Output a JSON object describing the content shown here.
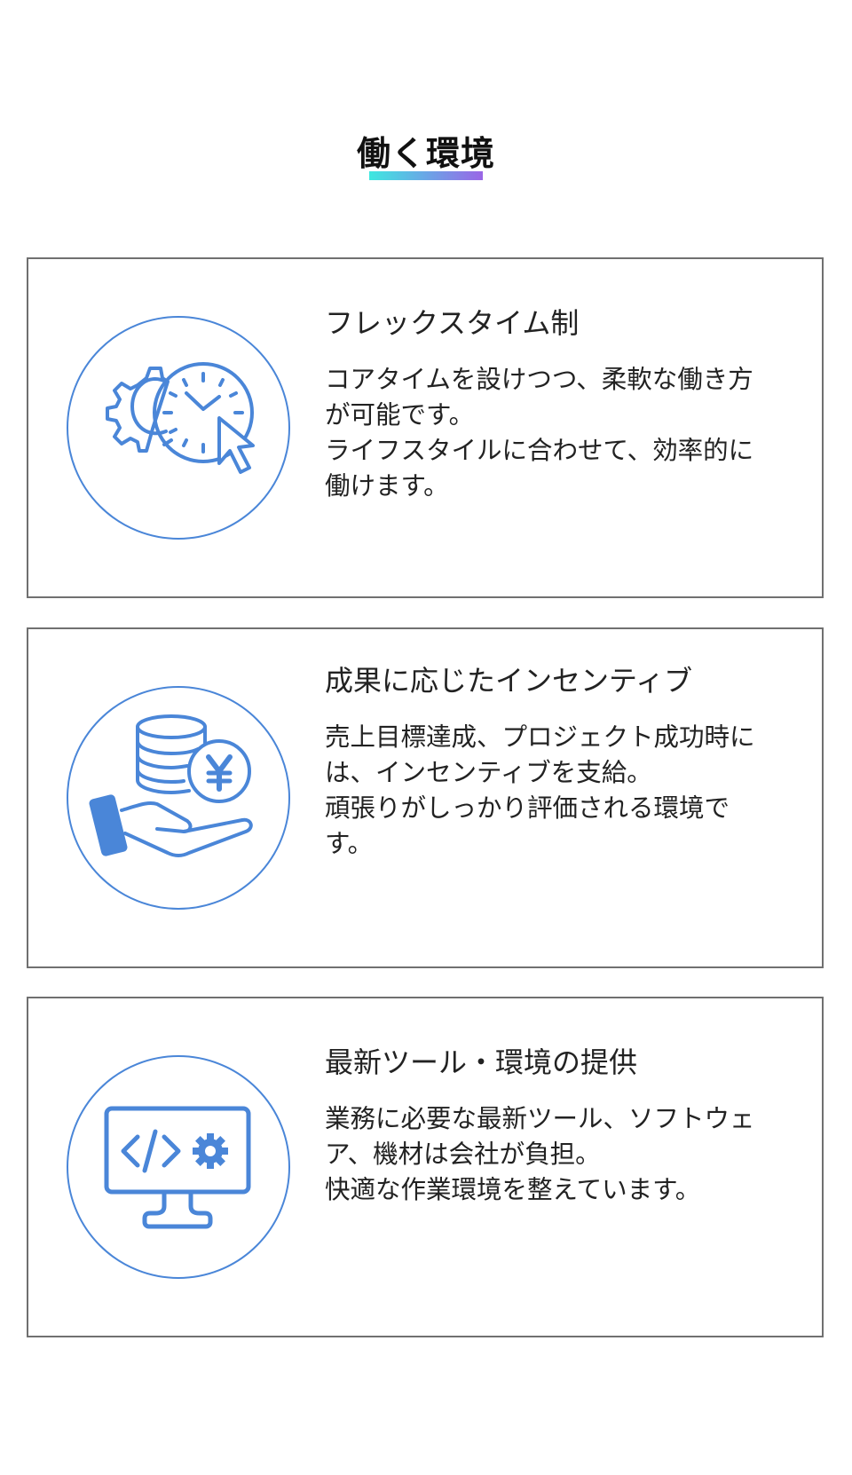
{
  "section": {
    "title": "働く環境",
    "accent_gradient": [
      "#3ee8e0",
      "#9a66e6"
    ]
  },
  "colors": {
    "icon_blue": "#4a86d8",
    "card_border": "#707070",
    "text": "#222222"
  },
  "cards": [
    {
      "icon": "gear-clock-cursor-icon",
      "title": "フレックスタイム制",
      "body_lines": [
        "コアタイムを設けつつ、柔軟な働き方",
        "が可能です。",
        "ライフスタイルに合わせて、効率的に",
        "働けます。"
      ]
    },
    {
      "icon": "hand-coins-yen-icon",
      "title": "成果に応じたインセンティブ",
      "body_lines": [
        "売上目標達成、プロジェクト成功時に",
        "は、インセンティブを支給。",
        "頑張りがしっかり評価される環境で",
        "す。"
      ]
    },
    {
      "icon": "monitor-code-gear-icon",
      "title": "最新ツール・環境の提供",
      "body_lines": [
        "業務に必要な最新ツール、ソフトウェ",
        "ア、機材は会社が負担。",
        "快適な作業環境を整えています。"
      ]
    }
  ]
}
